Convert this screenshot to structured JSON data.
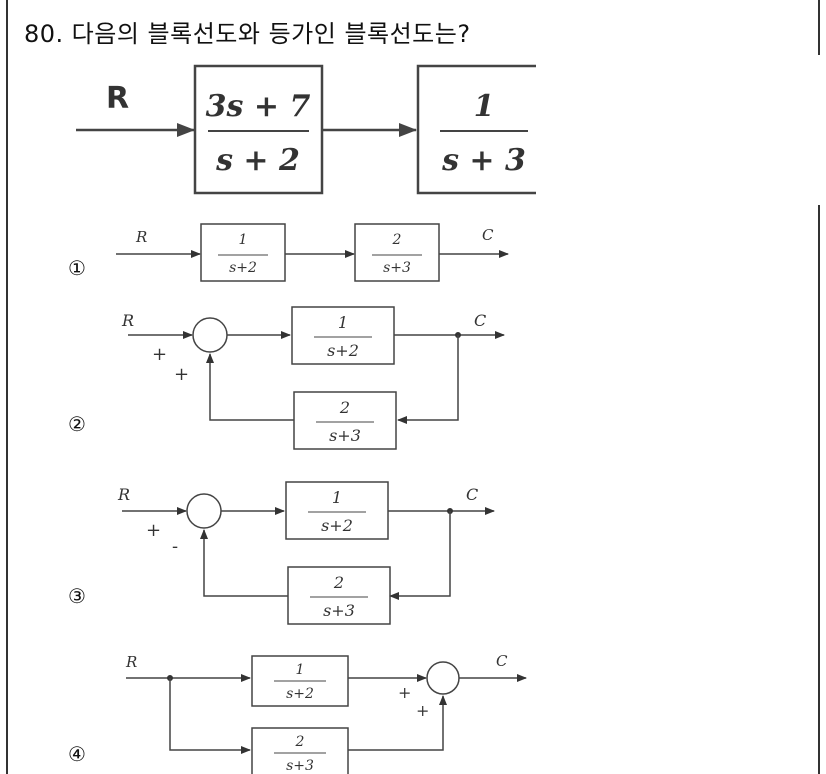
{
  "question": {
    "number": "80.",
    "text": "다음의 블록선도와 등가인 블록선도는?"
  },
  "main_diagram": {
    "input_label": "R",
    "block1": {
      "numerator": "3s + 7",
      "denominator": "s + 2"
    },
    "block2": {
      "numerator": "1",
      "denominator": "s + 3"
    }
  },
  "choices": [
    {
      "marker": "①",
      "input_label": "R",
      "output_label": "C",
      "block1": {
        "numerator": "1",
        "denominator": "s+2"
      },
      "block2": {
        "numerator": "2",
        "denominator": "s+3"
      }
    },
    {
      "marker": "②",
      "input_label": "R",
      "output_label": "C",
      "signs": [
        "+",
        "+"
      ],
      "forward": {
        "numerator": "1",
        "denominator": "s+2"
      },
      "feedback": {
        "numerator": "2",
        "denominator": "s+3"
      }
    },
    {
      "marker": "③",
      "input_label": "R",
      "output_label": "C",
      "signs": [
        "+",
        "-"
      ],
      "forward": {
        "numerator": "1",
        "denominator": "s+2"
      },
      "feedback": {
        "numerator": "2",
        "denominator": "s+3"
      }
    },
    {
      "marker": "④",
      "input_label": "R",
      "output_label": "C",
      "signs": [
        "+",
        "+"
      ],
      "upper": {
        "numerator": "1",
        "denominator": "s+2"
      },
      "lower": {
        "numerator": "2",
        "denominator": "s+3"
      }
    }
  ]
}
